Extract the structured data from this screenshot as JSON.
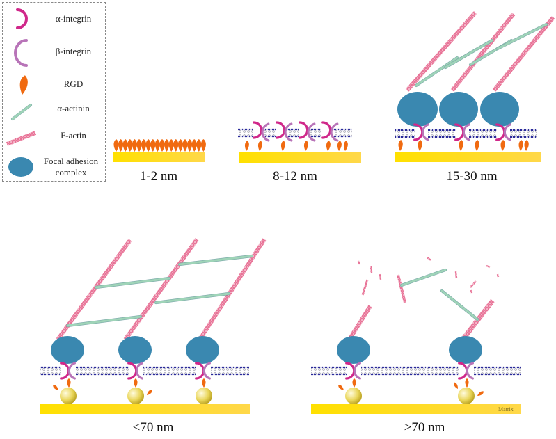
{
  "legend": {
    "items": [
      {
        "icon": "alpha-integrin-icon",
        "label": "α-integrin"
      },
      {
        "icon": "beta-integrin-icon",
        "label": "β-integrin"
      },
      {
        "icon": "rgd-icon",
        "label": "RGD"
      },
      {
        "icon": "alpha-actinin-icon",
        "label": "α-actinin"
      },
      {
        "icon": "f-actin-icon",
        "label": "F-actin"
      },
      {
        "icon": "focal-adhesion-icon",
        "label": "Focal adhesion complex"
      }
    ]
  },
  "panels": [
    {
      "id": "p1",
      "caption": "1-2 nm"
    },
    {
      "id": "p2",
      "caption": "8-12 nm"
    },
    {
      "id": "p3",
      "caption": "15-30 nm"
    },
    {
      "id": "p4",
      "caption": "<70 nm"
    },
    {
      "id": "p5",
      "caption": ">70 nm",
      "matrix_label": "Matrix"
    }
  ],
  "colors": {
    "alpha_integrin": "#d0288a",
    "beta_integrin": "#b874b8",
    "rgd": "#f06a10",
    "alpha_actinin": "#9fd4b8",
    "f_actin": "#e8507a",
    "focal_adhesion": "#3a88b0",
    "substrate": "#ffe21a",
    "membrane": "#2a2a9a",
    "nanoparticle": "#e8d860"
  }
}
